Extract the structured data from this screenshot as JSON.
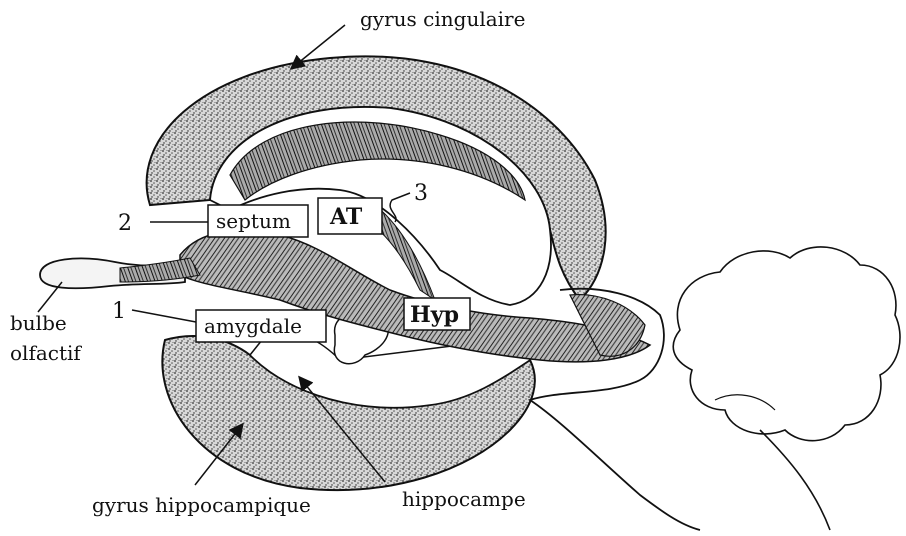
{
  "diagram": {
    "labels": {
      "gyrus_cingulaire": "gyrus cingulaire",
      "septum": "septum",
      "at": "AT",
      "hyp": "Hyp",
      "amygdale": "amygdale",
      "bulbe": "bulbe",
      "olfactif": "olfactif",
      "gyrus_hippocampique": "gyrus hippocampique",
      "hippocampe": "hippocampe"
    },
    "markers": {
      "one": "1",
      "two": "2",
      "three": "3"
    }
  }
}
